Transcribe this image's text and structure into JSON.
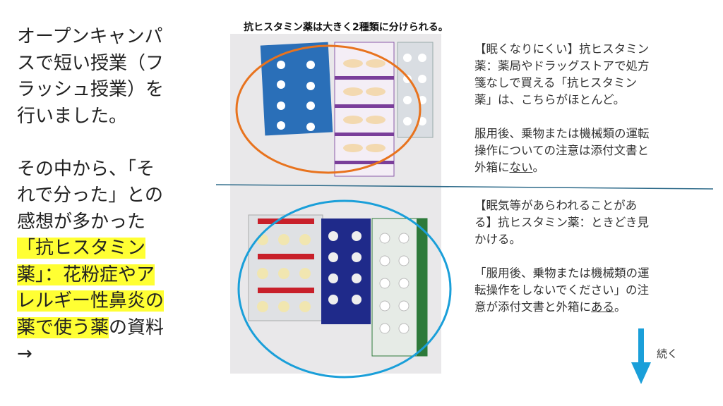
{
  "left_text": {
    "lines_1": [
      "オープンキャンパ",
      "スで短い授業（フ",
      "ラッシュ授業）を",
      "行いました。"
    ],
    "lines_2_plain": [
      "その中から、「そ",
      "れで分った」との",
      "感想が多かった"
    ],
    "lines_2_highlight": [
      "「抗ヒスタミン",
      "薬」：花粉症やア",
      "レルギー性鼻炎の",
      "薬で使う薬"
    ],
    "tail": "の資料",
    "arrow": "→",
    "highlight_color": "#ffff33"
  },
  "title": "抗ヒスタミン薬は大きく2種類に分けられる。",
  "upper_text": {
    "lines": [
      "【眠くなりにくい】抗ヒスタミン",
      "薬：薬局やドラッグストアで処方",
      "箋なしで買える「抗ヒスタミン",
      "薬」は、こちらがほとんど。"
    ],
    "lines2": [
      "服用後、乗物または機械類の運転",
      "操作についての注意は添付文書と"
    ],
    "last_prefix": "外箱に",
    "last_underlined": "ない",
    "last_suffix": "。"
  },
  "lower_text": {
    "lines": [
      "【眠気等があらわれることがあ",
      "る】抗ヒスタミン薬：ときどき見",
      "かける。"
    ],
    "lines2": [
      "「服用後、乗物または機械類の運",
      "転操作をしないでください」の注"
    ],
    "last_prefix": "意が添付文書と外箱に",
    "last_underlined": "ある",
    "last_suffix": "。"
  },
  "continue_label": "続く",
  "colors": {
    "orange_ellipse": "#e8731e",
    "blue_ellipse": "#1a9fd9",
    "divider": "#2e6b8a",
    "arrow": "#1a9fd9"
  }
}
